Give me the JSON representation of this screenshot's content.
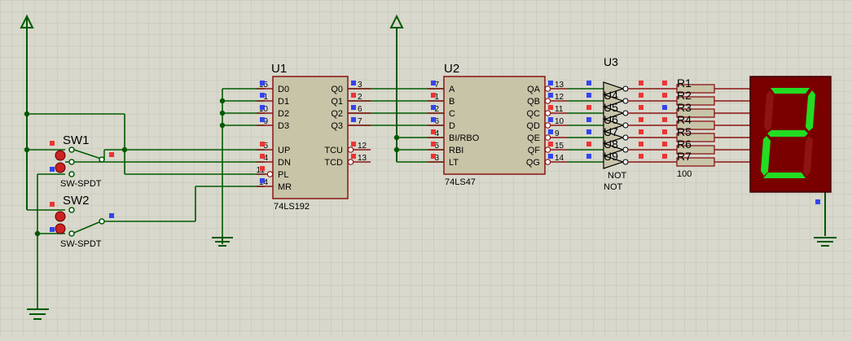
{
  "u1": {
    "ref": "U1",
    "part": "74LS192",
    "left_pins": [
      {
        "num": "15",
        "name": "D0",
        "state": "blue"
      },
      {
        "num": "1",
        "name": "D1",
        "state": "blue"
      },
      {
        "num": "10",
        "name": "D2",
        "state": "blue"
      },
      {
        "num": "9",
        "name": "D3",
        "state": "blue"
      },
      {
        "num": "5",
        "name": "UP",
        "state": "red"
      },
      {
        "num": "4",
        "name": "DN",
        "state": "red"
      },
      {
        "num": "11",
        "name": "PL",
        "state": "red"
      },
      {
        "num": "14",
        "name": "MR",
        "state": "blue"
      }
    ],
    "right_pins": [
      {
        "num": "3",
        "name": "Q0",
        "state": "blue"
      },
      {
        "num": "2",
        "name": "Q1",
        "state": "red"
      },
      {
        "num": "6",
        "name": "Q2",
        "state": "blue"
      },
      {
        "num": "7",
        "name": "Q3",
        "state": "blue"
      },
      {
        "num": "12",
        "name": "TCU",
        "state": "red"
      },
      {
        "num": "13",
        "name": "TCD",
        "state": "red"
      }
    ]
  },
  "u2": {
    "ref": "U2",
    "part": "74LS47",
    "left_pins": [
      {
        "num": "7",
        "name": "A",
        "state": "blue"
      },
      {
        "num": "1",
        "name": "B",
        "state": "red"
      },
      {
        "num": "2",
        "name": "C",
        "state": "blue"
      },
      {
        "num": "6",
        "name": "D",
        "state": "blue"
      },
      {
        "num": "4",
        "name": "BI/RBO",
        "state": "red"
      },
      {
        "num": "5",
        "name": "RBI",
        "state": "red"
      },
      {
        "num": "3",
        "name": "LT",
        "state": "red"
      }
    ],
    "right_pins": [
      {
        "num": "13",
        "name": "QA",
        "state": "blue"
      },
      {
        "num": "12",
        "name": "QB",
        "state": "blue"
      },
      {
        "num": "11",
        "name": "QC",
        "state": "red"
      },
      {
        "num": "10",
        "name": "QD",
        "state": "blue"
      },
      {
        "num": "9",
        "name": "QE",
        "state": "blue"
      },
      {
        "num": "15",
        "name": "QF",
        "state": "red"
      },
      {
        "num": "14",
        "name": "QG",
        "state": "blue"
      }
    ]
  },
  "u3": {
    "ref": "U3",
    "gate_label": "NOT",
    "gate_label_2": "NOT"
  },
  "inverters": [
    "U4",
    "U5",
    "U6",
    "U7",
    "U8",
    "U9"
  ],
  "resistors": {
    "refs": [
      "R1",
      "R2",
      "R3",
      "R4",
      "R5",
      "R6",
      "R7"
    ],
    "value": "100",
    "states": [
      "red",
      "red",
      "blue",
      "red",
      "red",
      "red",
      "red"
    ]
  },
  "sw1": {
    "ref": "SW1",
    "part": "SW-SPDT"
  },
  "sw2": {
    "ref": "SW2",
    "part": "SW-SPDT"
  },
  "display": {
    "digit": "2",
    "segment_color": "#22dd22",
    "body_color": "#7a0000"
  },
  "colors": {
    "wire": "#005a00",
    "chip": "#c8c4a8",
    "chip_border": "#8a1414",
    "pin": "#8a1414",
    "probe_red": "#ee3333",
    "probe_blue": "#3344ee"
  }
}
